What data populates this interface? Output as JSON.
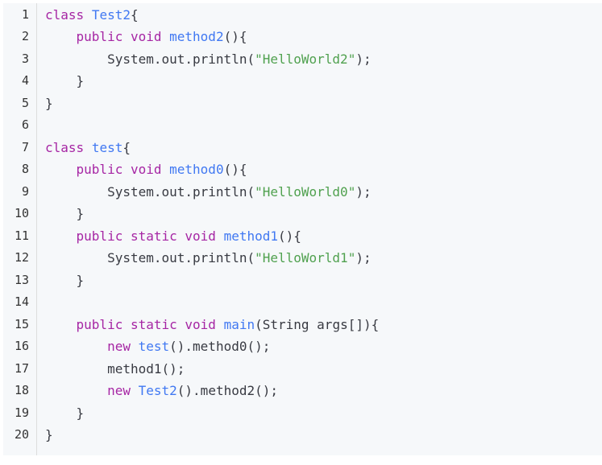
{
  "editor": {
    "colors": {
      "background": "#f6f8fa",
      "gutter_border": "#dddddd",
      "line_number": "#333333",
      "keyword": "#a626a4",
      "title": "#4078f2",
      "string": "#50a14f",
      "plain": "#383a42"
    },
    "lines": [
      {
        "number": "1",
        "tokens": [
          {
            "t": "kw",
            "v": "class"
          },
          {
            "t": "plain",
            "v": " "
          },
          {
            "t": "title",
            "v": "Test2"
          },
          {
            "t": "plain",
            "v": "{"
          }
        ]
      },
      {
        "number": "2",
        "tokens": [
          {
            "t": "plain",
            "v": "    "
          },
          {
            "t": "kw",
            "v": "public"
          },
          {
            "t": "plain",
            "v": " "
          },
          {
            "t": "kw",
            "v": "void"
          },
          {
            "t": "plain",
            "v": " "
          },
          {
            "t": "title",
            "v": "method2"
          },
          {
            "t": "plain",
            "v": "(){"
          }
        ]
      },
      {
        "number": "3",
        "tokens": [
          {
            "t": "plain",
            "v": "        System.out.println("
          },
          {
            "t": "str",
            "v": "\"HelloWorld2\""
          },
          {
            "t": "plain",
            "v": ");"
          }
        ]
      },
      {
        "number": "4",
        "tokens": [
          {
            "t": "plain",
            "v": "    }"
          }
        ]
      },
      {
        "number": "5",
        "tokens": [
          {
            "t": "plain",
            "v": "}"
          }
        ]
      },
      {
        "number": "6",
        "tokens": []
      },
      {
        "number": "7",
        "tokens": [
          {
            "t": "kw",
            "v": "class"
          },
          {
            "t": "plain",
            "v": " "
          },
          {
            "t": "title",
            "v": "test"
          },
          {
            "t": "plain",
            "v": "{"
          }
        ]
      },
      {
        "number": "8",
        "tokens": [
          {
            "t": "plain",
            "v": "    "
          },
          {
            "t": "kw",
            "v": "public"
          },
          {
            "t": "plain",
            "v": " "
          },
          {
            "t": "kw",
            "v": "void"
          },
          {
            "t": "plain",
            "v": " "
          },
          {
            "t": "title",
            "v": "method0"
          },
          {
            "t": "plain",
            "v": "(){"
          }
        ]
      },
      {
        "number": "9",
        "tokens": [
          {
            "t": "plain",
            "v": "        System.out.println("
          },
          {
            "t": "str",
            "v": "\"HelloWorld0\""
          },
          {
            "t": "plain",
            "v": ");"
          }
        ]
      },
      {
        "number": "10",
        "tokens": [
          {
            "t": "plain",
            "v": "    }"
          }
        ]
      },
      {
        "number": "11",
        "tokens": [
          {
            "t": "plain",
            "v": "    "
          },
          {
            "t": "kw",
            "v": "public"
          },
          {
            "t": "plain",
            "v": " "
          },
          {
            "t": "kw",
            "v": "static"
          },
          {
            "t": "plain",
            "v": " "
          },
          {
            "t": "kw",
            "v": "void"
          },
          {
            "t": "plain",
            "v": " "
          },
          {
            "t": "title",
            "v": "method1"
          },
          {
            "t": "plain",
            "v": "(){"
          }
        ]
      },
      {
        "number": "12",
        "tokens": [
          {
            "t": "plain",
            "v": "        System.out.println("
          },
          {
            "t": "str",
            "v": "\"HelloWorld1\""
          },
          {
            "t": "plain",
            "v": ");"
          }
        ]
      },
      {
        "number": "13",
        "tokens": [
          {
            "t": "plain",
            "v": "    }"
          }
        ]
      },
      {
        "number": "14",
        "tokens": []
      },
      {
        "number": "15",
        "tokens": [
          {
            "t": "plain",
            "v": "    "
          },
          {
            "t": "kw",
            "v": "public"
          },
          {
            "t": "plain",
            "v": " "
          },
          {
            "t": "kw",
            "v": "static"
          },
          {
            "t": "plain",
            "v": " "
          },
          {
            "t": "kw",
            "v": "void"
          },
          {
            "t": "plain",
            "v": " "
          },
          {
            "t": "title",
            "v": "main"
          },
          {
            "t": "plain",
            "v": "(String args[]){"
          }
        ]
      },
      {
        "number": "16",
        "tokens": [
          {
            "t": "plain",
            "v": "        "
          },
          {
            "t": "kw",
            "v": "new"
          },
          {
            "t": "plain",
            "v": " "
          },
          {
            "t": "title",
            "v": "test"
          },
          {
            "t": "plain",
            "v": "().method0();"
          }
        ]
      },
      {
        "number": "17",
        "tokens": [
          {
            "t": "plain",
            "v": "        method1();"
          }
        ]
      },
      {
        "number": "18",
        "tokens": [
          {
            "t": "plain",
            "v": "        "
          },
          {
            "t": "kw",
            "v": "new"
          },
          {
            "t": "plain",
            "v": " "
          },
          {
            "t": "title",
            "v": "Test2"
          },
          {
            "t": "plain",
            "v": "().method2();"
          }
        ]
      },
      {
        "number": "19",
        "tokens": [
          {
            "t": "plain",
            "v": "    }"
          }
        ]
      },
      {
        "number": "20",
        "tokens": [
          {
            "t": "plain",
            "v": "}"
          }
        ]
      }
    ]
  }
}
